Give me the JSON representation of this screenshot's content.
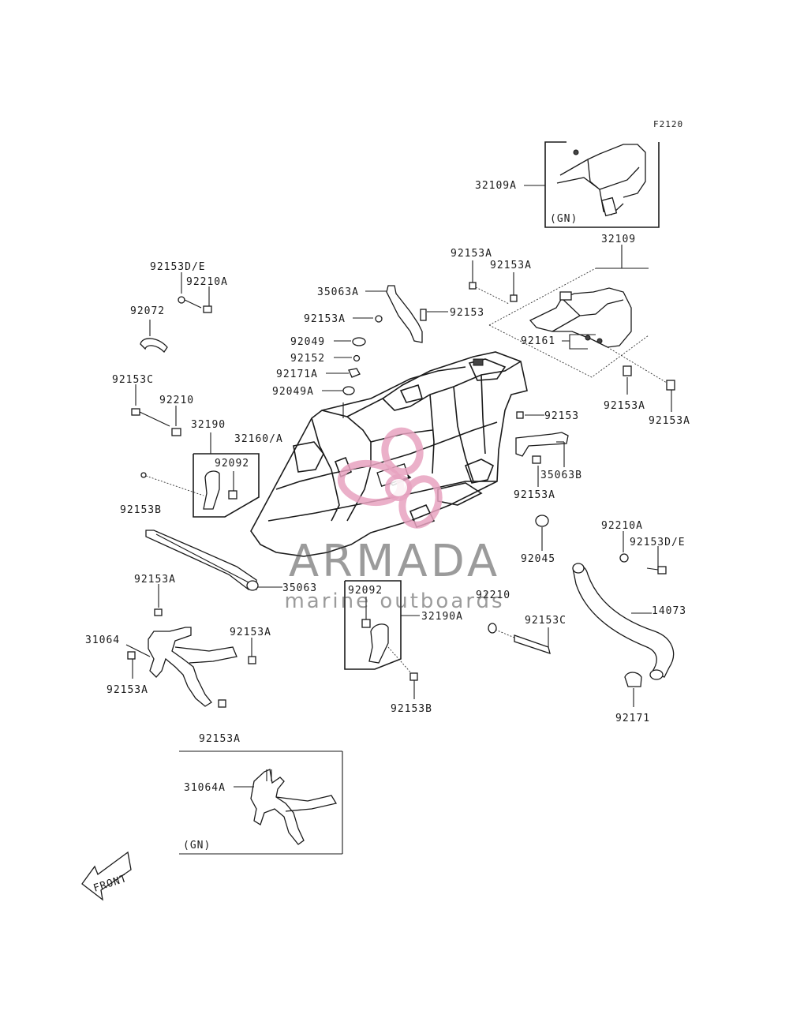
{
  "figure_code": "F2120",
  "labels": {
    "l32109A": "32109A",
    "lGN1": "(GN)",
    "l32109": "32109",
    "l92153A_1": "92153A",
    "l92153A_2": "92153A",
    "l35063A": "35063A",
    "l92153_1": "92153",
    "l92153A_3": "92153A",
    "l92161": "92161",
    "l92049": "92049",
    "l92152": "92152",
    "l92171A": "92171A",
    "l92049A": "92049A",
    "l92153A_4": "92153A",
    "l92153A_5": "92153A",
    "l92153DE_1": "92153D/E",
    "l92210A_1": "92210A",
    "l92072": "92072",
    "l92153C_1": "92153C",
    "l92210_1": "92210",
    "l32190": "32190",
    "l32160A": "32160/A",
    "l92092_1": "92092",
    "l92153B_1": "92153B",
    "l92153_2": "92153",
    "l35063B": "35063B",
    "l92153A_6": "92153A",
    "l92045": "92045",
    "l92210A_2": "92210A",
    "l92153DE_2": "92153D/E",
    "l35063": "35063",
    "l92092_2": "92092",
    "l92210_2": "92210",
    "l32190A": "32190A",
    "l92153C_2": "92153C",
    "l14073": "14073",
    "l92153A_7": "92153A",
    "l31064": "31064",
    "l92153A_8": "92153A",
    "l92153A_9": "92153A",
    "l92153B_2": "92153B",
    "l92171": "92171",
    "l92153A_10": "92153A",
    "l31064A": "31064A",
    "lGN2": "(GN)",
    "front": "FRONT"
  },
  "watermark": {
    "brand": "ARMADA",
    "tagline": "marine outboards",
    "logo_color": "#e7a2c0",
    "text_color": "#4a4a4a"
  }
}
